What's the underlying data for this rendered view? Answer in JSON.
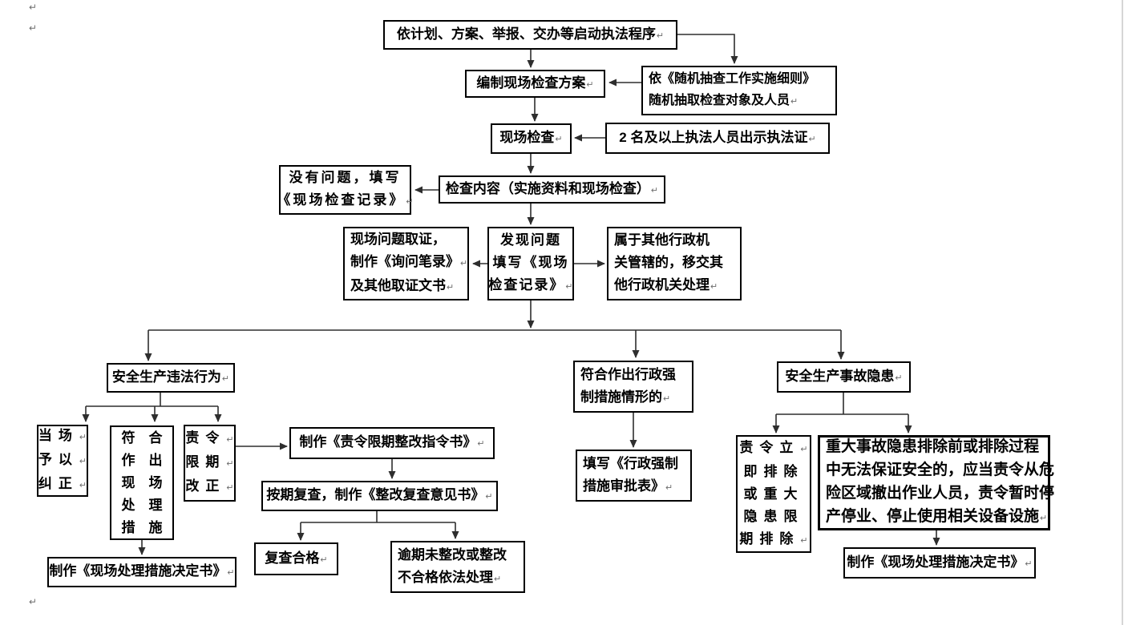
{
  "colors": {
    "box_border": "#000000",
    "text": "#000000",
    "conn": "#2e2e2e",
    "mark": "#6e6e6e",
    "page_edge": "#d6d6d6"
  },
  "marks": {
    "return_glyph": "↵"
  },
  "nodes": {
    "start": {
      "lines": [
        "依计划、方案、举报、交办等启动执法程序↵"
      ]
    },
    "plan": {
      "lines": [
        "编制现场检查方案↵"
      ]
    },
    "random": {
      "lines": [
        "依《随机抽查工作实施细则》",
        "随机抽取检查对象及人员↵"
      ]
    },
    "onsite": {
      "lines": [
        "现场检查↵"
      ]
    },
    "twoppl": {
      "lines": [
        "2 名及以上执法人员出示执法证↵"
      ]
    },
    "content": {
      "lines": [
        "检查内容（实施资料和现场检查）↵"
      ]
    },
    "noproblem": {
      "lines": [
        "没有问题，填写",
        "《现场检查记录》↵"
      ]
    },
    "evidence": {
      "lines": [
        "现场问题取证，",
        "制作《询问笔录》↵",
        "及其他取证文书↵"
      ]
    },
    "found": {
      "lines": [
        "发现问题",
        "填写《现场",
        "检查记录》↵"
      ]
    },
    "transfer": {
      "lines": [
        "属于其他行政机",
        "关管辖的，移交其",
        "他行政机关处理↵"
      ]
    },
    "illegal": {
      "lines": [
        "安全生产违法行为↵"
      ]
    },
    "onspot": {
      "lines": [
        "当场↵",
        "予以↵",
        "纠正↵"
      ]
    },
    "measures": {
      "lines": [
        "符　合",
        "作　出",
        "现　场",
        "处　理",
        "措　施"
      ]
    },
    "order": {
      "lines": [
        "责令↵",
        "限期↵",
        "改正↵"
      ]
    },
    "decision_left": {
      "lines": [
        "制作《现场处理措施决定书》↵"
      ]
    },
    "make_order": {
      "lines": [
        "制作《责令限期整改指令书》↵"
      ]
    },
    "review": {
      "lines": [
        "按期复查，制作《整改复查意见书》↵"
      ]
    },
    "pass": {
      "lines": [
        "复查合格↵"
      ]
    },
    "overdue": {
      "lines": [
        "逾期未整改或整改",
        "不合格依法处理↵"
      ]
    },
    "force": {
      "lines": [
        "符合作出行政强",
        "制措施情形的↵"
      ]
    },
    "force_form": {
      "lines": [
        "填写《行政强制",
        "措施审批表》↵"
      ]
    },
    "hazard": {
      "lines": [
        "安全生产事故隐患↵"
      ]
    },
    "eliminate": {
      "lines": [
        "责令立↵",
        "即排除",
        "或重大",
        "隐患限",
        "期排除↵"
      ]
    },
    "major": {
      "lines": [
        "重大事故隐患排除前或排除过程",
        "中无法保证安全的，应当责令从危",
        "险区域撤出作业人员，责令暂时停",
        "产停业、停止使用相关设备设施↵"
      ]
    },
    "decision_right": {
      "lines": [
        "制作《现场处理措施决定书》↵"
      ]
    }
  }
}
